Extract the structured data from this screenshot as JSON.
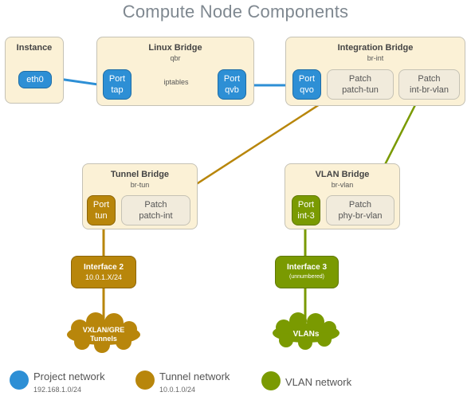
{
  "title": "Compute Node Components",
  "colors": {
    "project": "#2d8fd5",
    "tunnel": "#b8860b",
    "vlan": "#7a9a01",
    "box_fill": "#fbf1d6",
    "patch_fill": "#f1ebdc"
  },
  "instance": {
    "title": "Instance",
    "port": "eth0"
  },
  "linux_bridge": {
    "title": "Linux Bridge",
    "subtitle": "qbr",
    "port_tap": {
      "line1": "Port",
      "line2": "tap"
    },
    "iptables": "iptables",
    "port_qvb": {
      "line1": "Port",
      "line2": "qvb"
    }
  },
  "integration_bridge": {
    "title": "Integration Bridge",
    "subtitle": "br-int",
    "port_qvo": {
      "line1": "Port",
      "line2": "qvo"
    },
    "patch_tun": {
      "line1": "Patch",
      "line2": "patch-tun"
    },
    "patch_vlan": {
      "line1": "Patch",
      "line2": "int-br-vlan"
    }
  },
  "tunnel_bridge": {
    "title": "Tunnel Bridge",
    "subtitle": "br-tun",
    "port_tun": {
      "line1": "Port",
      "line2": "tun"
    },
    "patch_int": {
      "line1": "Patch",
      "line2": "patch-int"
    }
  },
  "vlan_bridge": {
    "title": "VLAN Bridge",
    "subtitle": "br-vlan",
    "port_int3": {
      "line1": "Port",
      "line2": "int-3"
    },
    "patch_phy": {
      "line1": "Patch",
      "line2": "phy-br-vlan"
    }
  },
  "interface2": {
    "name": "Interface 2",
    "addr": "10.0.1.X/24"
  },
  "interface3": {
    "name": "Interface 3",
    "addr": "(unnumbered)"
  },
  "tunnels_cloud": {
    "line1": "VXLAN/GRE",
    "line2": "Tunnels"
  },
  "vlans_cloud": {
    "label": "VLANs"
  },
  "legend": [
    {
      "name": "Project network",
      "sub": "192.168.1.0/24"
    },
    {
      "name": "Tunnel network",
      "sub": "10.0.1.0/24"
    },
    {
      "name": "VLAN network",
      "sub": ""
    }
  ]
}
